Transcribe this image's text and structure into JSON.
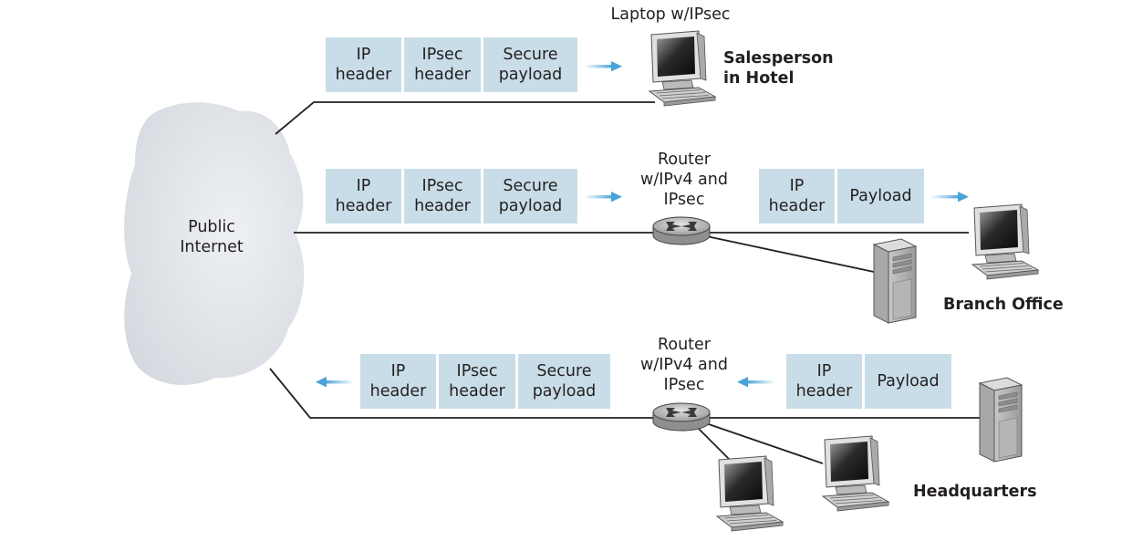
{
  "cloud": {
    "line1": "Public",
    "line2": "Internet"
  },
  "laptop": {
    "label": "Laptop w/IPsec"
  },
  "salesperson": {
    "line1": "Salesperson",
    "line2": "in Hotel"
  },
  "router1": {
    "line1": "Router",
    "line2": "w/IPv4 and",
    "line3": "IPsec"
  },
  "router2": {
    "line1": "Router",
    "line2": "w/IPv4 and",
    "line3": "IPsec"
  },
  "branch": {
    "label": "Branch Office"
  },
  "hq": {
    "label": "Headquarters"
  },
  "rows": {
    "r1": {
      "ip": [
        "IP",
        "header"
      ],
      "ipsec": [
        "IPsec",
        "header"
      ],
      "secure": [
        "Secure",
        "payload"
      ]
    },
    "r2": {
      "ip": [
        "IP",
        "header"
      ],
      "ipsec": [
        "IPsec",
        "header"
      ],
      "secure": [
        "Secure",
        "payload"
      ],
      "plain_ip": [
        "IP",
        "header"
      ],
      "plain_payload": "Payload"
    },
    "r3": {
      "ip": [
        "IP",
        "header"
      ],
      "ipsec": [
        "IPsec",
        "header"
      ],
      "secure": [
        "Secure",
        "payload"
      ],
      "plain_ip": [
        "IP",
        "header"
      ],
      "plain_payload": "Payload"
    }
  },
  "colors": {
    "cell_fill": "#c9dde8",
    "arrow": "#4aa3d8",
    "cloud": "#dfe3e8",
    "line": "#231f20"
  }
}
